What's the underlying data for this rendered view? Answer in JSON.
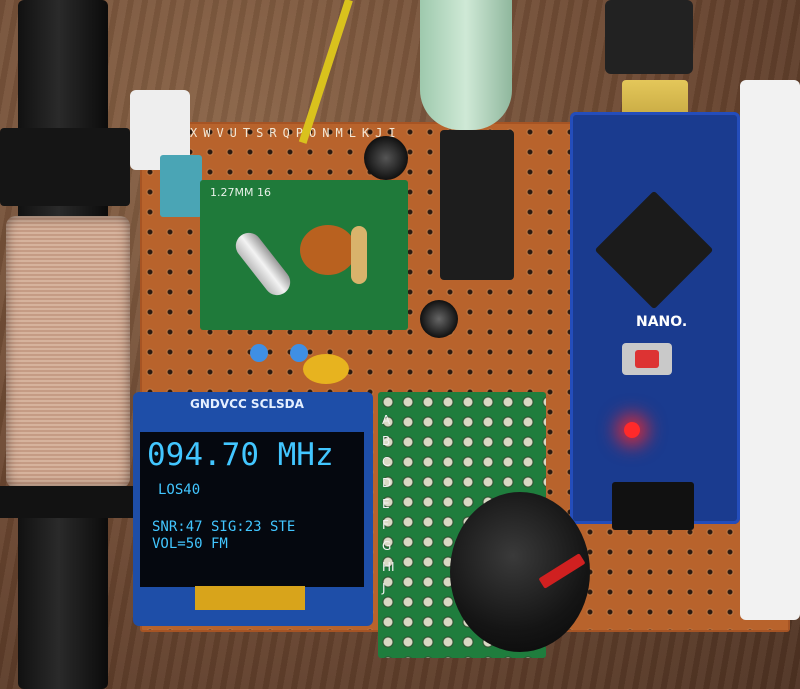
{
  "oled": {
    "header": "GNDVCC SCLSDA",
    "frequency": "094.70 MHz",
    "station": "LOS40",
    "status_line1": "SNR:47 SIG:23 STE",
    "status_line2": "VOL=50 FM"
  },
  "nano": {
    "label": "NANO."
  },
  "pcb": {
    "label": "1.27MM 16"
  },
  "protoboard": {
    "letters": "XWVUTSRQPONMLKJI"
  },
  "perfboard": {
    "letters": "ABCDEFGHIJ"
  },
  "colors": {
    "oled_text": "#42c6ff",
    "nano_board": "#1a3b8f",
    "led": "#ff2a2a"
  }
}
